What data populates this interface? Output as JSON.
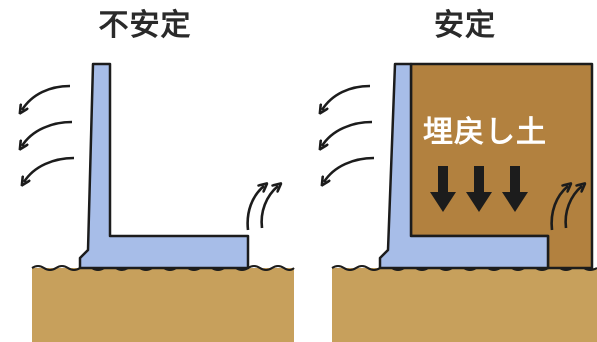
{
  "panels": {
    "unstable": {
      "title": "不安定"
    },
    "stable": {
      "title": "安定",
      "backfill_label": "埋戻し土"
    }
  },
  "colors": {
    "soil": "#c7a05c",
    "backfill": "#b2813f",
    "wall": "#a7bde8",
    "outline": "#1c1c1c",
    "arrow": "#1c1c1c"
  },
  "icons": {
    "wind_arrows": "curved-arrow-icon",
    "pressure_arrows": "down-arrow-icon"
  }
}
